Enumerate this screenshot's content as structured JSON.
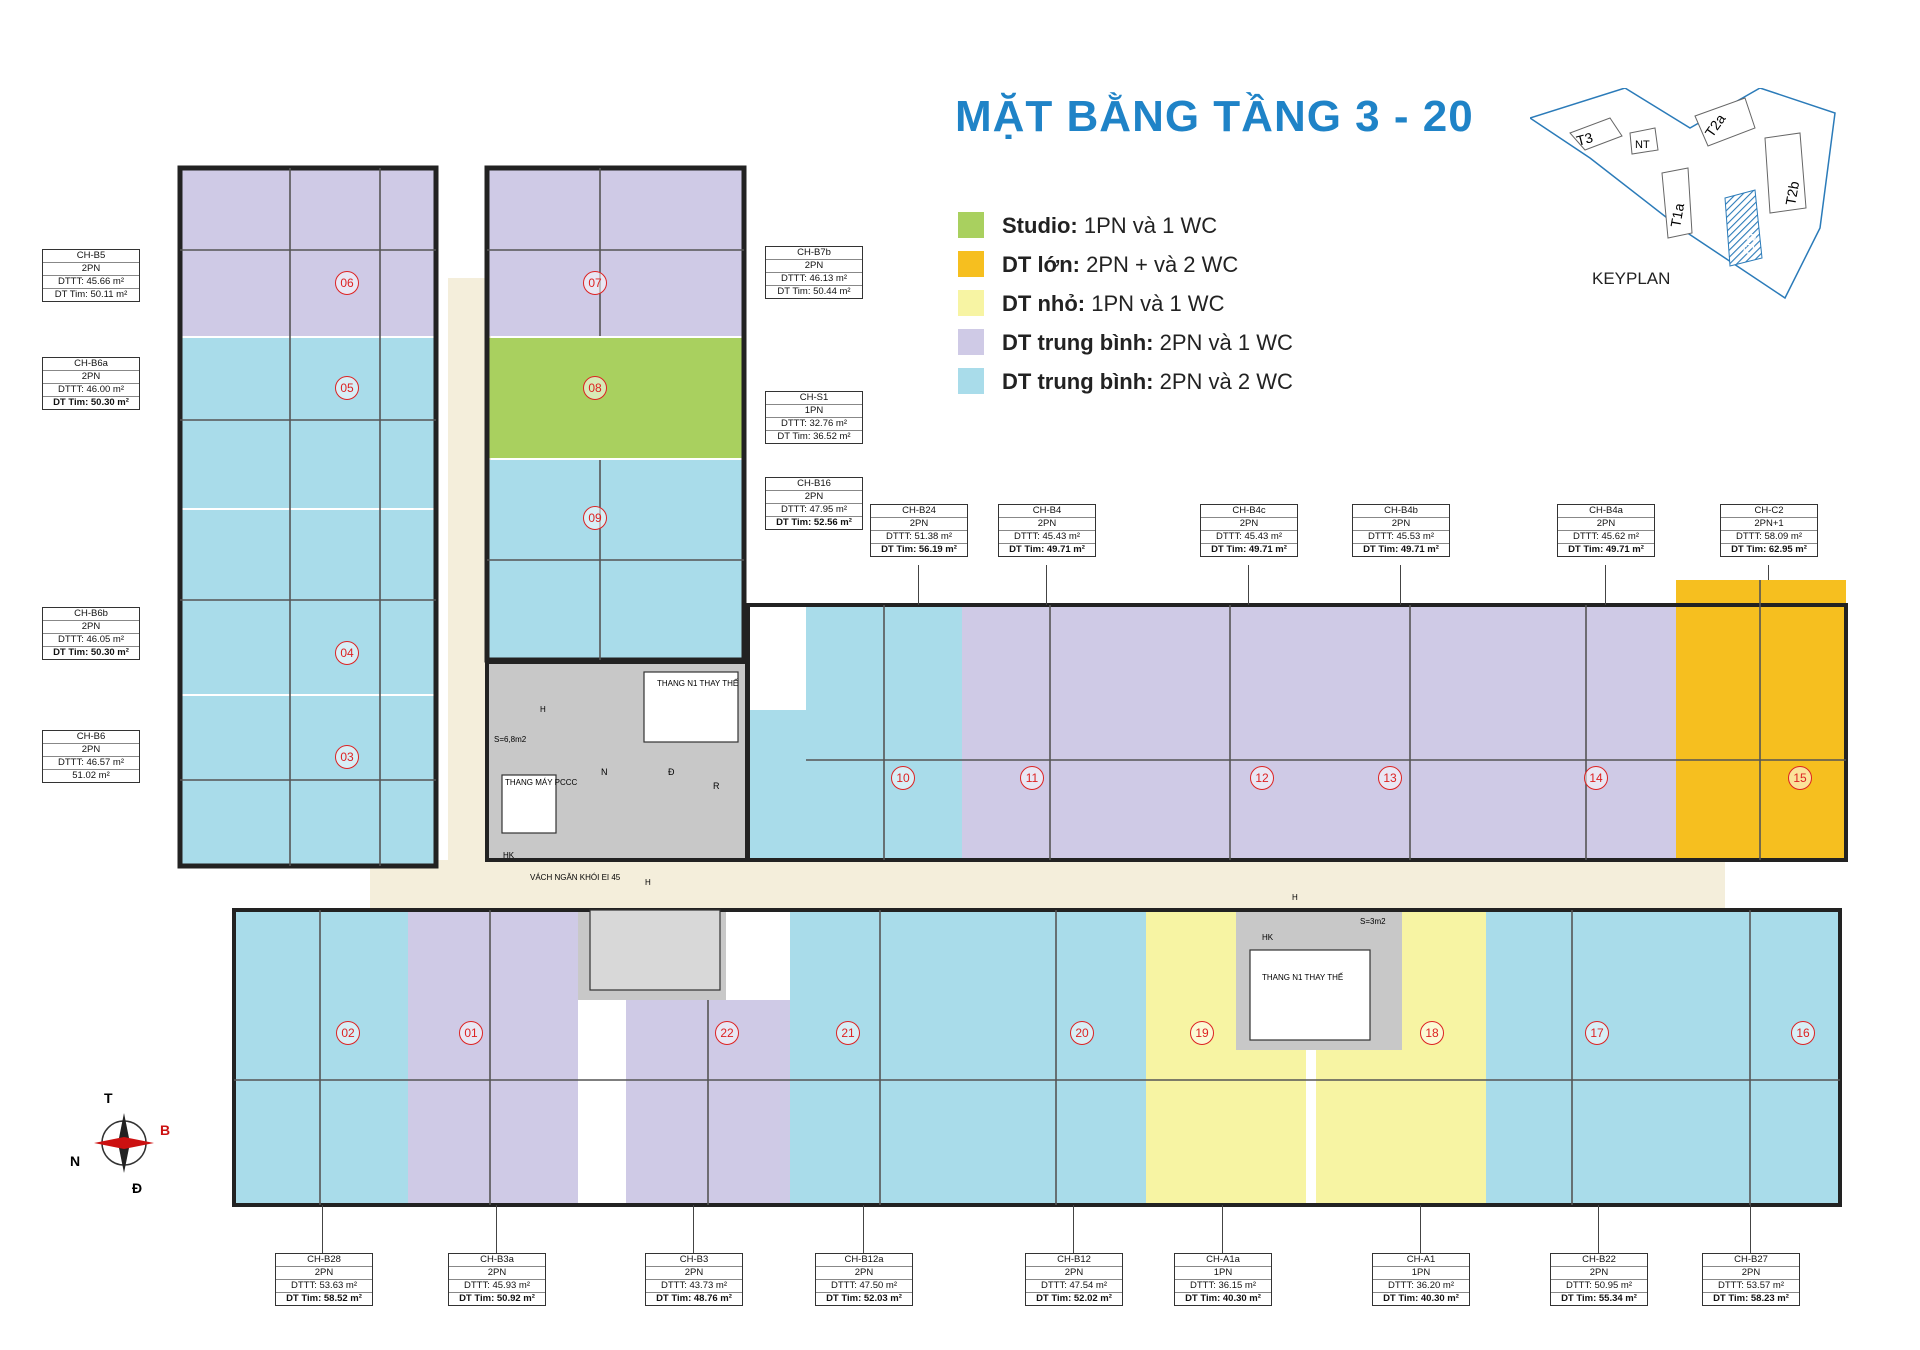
{
  "title": "MẶT BẰNG TẦNG 3 - 20",
  "colors": {
    "studio": "#a9d05f",
    "large": "#f6bf1f",
    "small": "#f7f4a3",
    "medium1": "#cfcae6",
    "medium2": "#a9dcea",
    "core": "#c8c8c8",
    "corridor": "#f4eedb"
  },
  "legend": [
    {
      "bold": "Studio:",
      "rest": " 1PN và 1 WC",
      "color": "#a9d05f"
    },
    {
      "bold": "DT lớn:",
      "rest": " 2PN + và 2 WC",
      "color": "#f6bf1f"
    },
    {
      "bold": "DT nhỏ:",
      "rest": " 1PN  và 1 WC",
      "color": "#f7f4a3"
    },
    {
      "bold": "DT trung bình:",
      "rest": " 2PN và 1 WC",
      "color": "#cfcae6"
    },
    {
      "bold": "DT trung bình:",
      "rest": " 2PN và 2 WC",
      "color": "#a9dcea"
    }
  ],
  "keyplan": {
    "label": "KEYPLAN",
    "blocks": [
      "T3",
      "NT",
      "T2a",
      "T1a",
      "T2b",
      "T1b"
    ]
  },
  "compass": {
    "n": "T",
    "e": "B",
    "s": "Đ",
    "w": "N"
  },
  "core_labels": {
    "stair1": "THANG N1\nTHAY THẾ",
    "stair2": "THANG N1\nTHAY THẾ",
    "lift": "THANG MÁY\nPCCC",
    "s1": "S=6,8m2",
    "s2": "S=3m2",
    "wall": "VÁCH NGĂN KHÓI EI 45",
    "h": "H",
    "hk": "HK",
    "n": "N",
    "d": "Đ",
    "r": "R"
  },
  "units": [
    {
      "no": "06",
      "code": "CH-B5",
      "bed": "2PN",
      "dttt": "DTTT: 45.66 m²",
      "tim": "DT Tim: 50.11 m²"
    },
    {
      "no": "05",
      "code": "CH-B6a",
      "bed": "2PN",
      "dttt": "DTTT: 46.00 m²",
      "tim": "DT Tim: 50.30 m²"
    },
    {
      "no": "04",
      "code": "CH-B6b",
      "bed": "2PN",
      "dttt": "DTTT: 46.05 m²",
      "tim": "DT Tim: 50.30 m²"
    },
    {
      "no": "03",
      "code": "CH-B6",
      "bed": "2PN",
      "dttt": "DTTT: 46.57 m²",
      "tim": "51.02 m²"
    },
    {
      "no": "07",
      "code": "CH-B7b",
      "bed": "2PN",
      "dttt": "DTTT: 46.13 m²",
      "tim": "DT Tim: 50.44 m²"
    },
    {
      "no": "08",
      "code": "CH-S1",
      "bed": "1PN",
      "dttt": "DTTT: 32.76 m²",
      "tim": "DT Tim: 36.52 m²"
    },
    {
      "no": "09",
      "code": "CH-B16",
      "bed": "2PN",
      "dttt": "DTTT: 47.95 m²",
      "tim": "DT Tim: 52.56 m²"
    },
    {
      "no": "10",
      "code": "CH-B24",
      "bed": "2PN",
      "dttt": "DTTT: 51.38 m²",
      "tim": "DT Tim: 56.19 m²"
    },
    {
      "no": "11",
      "code": "CH-B4",
      "bed": "2PN",
      "dttt": "DTTT: 45.43 m²",
      "tim": "DT Tim: 49.71 m²"
    },
    {
      "no": "12",
      "code": "CH-B4c",
      "bed": "2PN",
      "dttt": "DTTT: 45.43 m²",
      "tim": "DT Tim: 49.71 m²"
    },
    {
      "no": "13",
      "code": "CH-B4b",
      "bed": "2PN",
      "dttt": "DTTT: 45.53 m²",
      "tim": "DT Tim: 49.71 m²"
    },
    {
      "no": "14",
      "code": "CH-B4a",
      "bed": "2PN",
      "dttt": "DTTT: 45.62 m²",
      "tim": "DT Tim: 49.71 m²"
    },
    {
      "no": "15",
      "code": "CH-C2",
      "bed": "2PN+1",
      "dttt": "DTTT: 58.09 m²",
      "tim": "DT Tim: 62.95 m²"
    },
    {
      "no": "02",
      "code": "CH-B28",
      "bed": "2PN",
      "dttt": "DTTT: 53.63 m²",
      "tim": "DT Tim: 58.52 m²"
    },
    {
      "no": "01",
      "code": "CH-B3a",
      "bed": "2PN",
      "dttt": "DTTT: 45.93 m²",
      "tim": "DT Tim: 50.92 m²"
    },
    {
      "no": "22",
      "code": "CH-B3",
      "bed": "2PN",
      "dttt": "DTTT: 43.73 m²",
      "tim": "DT Tim: 48.76 m²"
    },
    {
      "no": "21",
      "code": "CH-B12a",
      "bed": "2PN",
      "dttt": "DTTT: 47.50 m²",
      "tim": "DT Tim: 52.03 m²"
    },
    {
      "no": "20",
      "code": "CH-B12",
      "bed": "2PN",
      "dttt": "DTTT: 47.54 m²",
      "tim": "DT Tim: 52.02 m²"
    },
    {
      "no": "19",
      "code": "CH-A1a",
      "bed": "1PN",
      "dttt": "DTTT: 36.15 m²",
      "tim": "DT Tim: 40.30 m²"
    },
    {
      "no": "18",
      "code": "CH-A1",
      "bed": "1PN",
      "dttt": "DTTT: 36.20 m²",
      "tim": "DT Tim: 40.30 m²"
    },
    {
      "no": "17",
      "code": "CH-B22",
      "bed": "2PN",
      "dttt": "DTTT: 50.95 m²",
      "tim": "DT Tim: 55.34 m²"
    },
    {
      "no": "16",
      "code": "CH-B27",
      "bed": "2PN",
      "dttt": "DTTT: 53.57 m²",
      "tim": "DT Tim: 58.23 m²"
    }
  ]
}
